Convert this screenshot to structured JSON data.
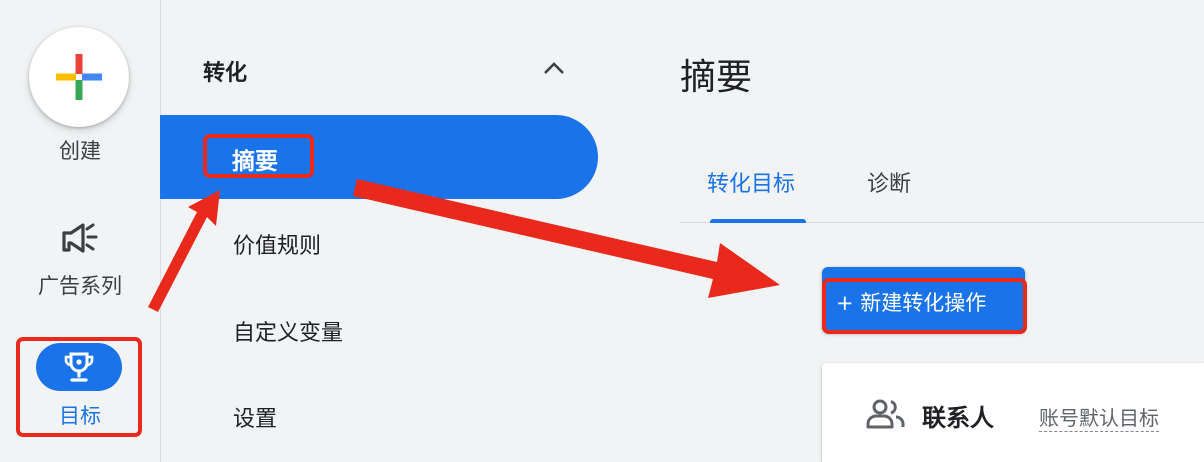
{
  "rail": {
    "create_label": "创建",
    "campaigns_label": "广告系列",
    "goals_label": "目标"
  },
  "subnav": {
    "section_title": "转化",
    "active_item": "摘要",
    "items": [
      "价值规则",
      "自定义变量",
      "设置"
    ]
  },
  "main": {
    "title": "摘要",
    "tabs": [
      "转化目标",
      "诊断"
    ],
    "new_action_button": "+ 新建转化操作",
    "card": {
      "title": "联系人",
      "subtitle": "账号默认目标"
    }
  },
  "colors": {
    "accent": "#1a73e8",
    "annotation_red": "#e8291c",
    "background": "#f1f3f4"
  },
  "icons": [
    "plus-icon",
    "megaphone-icon",
    "trophy-icon",
    "chevron-up-icon",
    "people-icon"
  ]
}
